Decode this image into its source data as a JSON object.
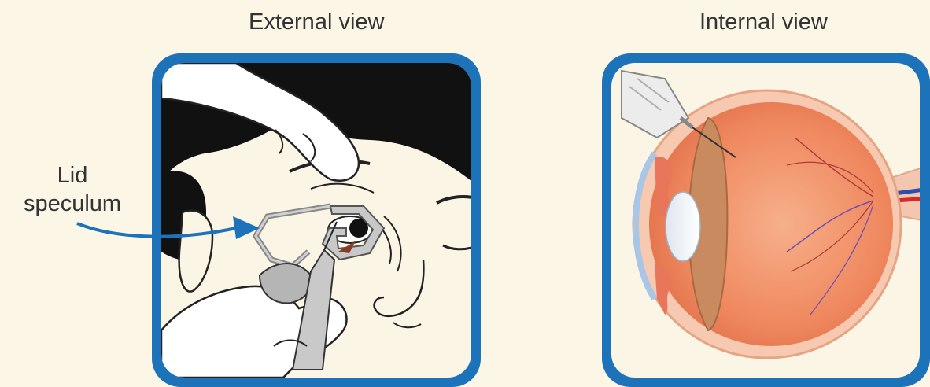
{
  "panels": {
    "external": {
      "title": "External view"
    },
    "internal": {
      "title": "Internal view"
    }
  },
  "callout": {
    "line1": "Lid",
    "line2": "speculum"
  },
  "colors": {
    "background": "#fbf6e6",
    "frame": "#1c73b9",
    "arrow": "#1c73b9",
    "skin": "#fbf5e5",
    "hair": "#111111",
    "glove": "#ffffff",
    "eye_tissue": "#f08a62",
    "iris_tissue": "#c98a60"
  }
}
